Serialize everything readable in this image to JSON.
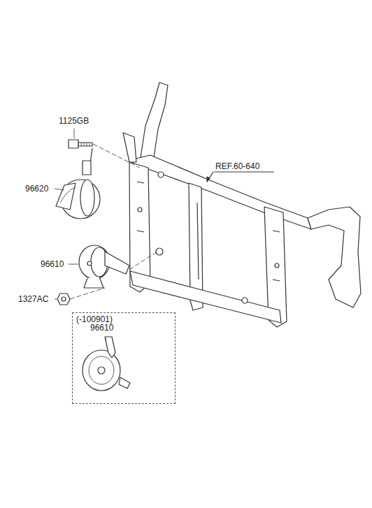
{
  "diagram": {
    "nodes": [
      {
        "text": [
          "(-100901)",
          "96610"
        ]
      }
    ],
    "labels": [
      "1125GB",
      "96620",
      "96610",
      "1327AC",
      "REF.60-640"
    ]
  }
}
